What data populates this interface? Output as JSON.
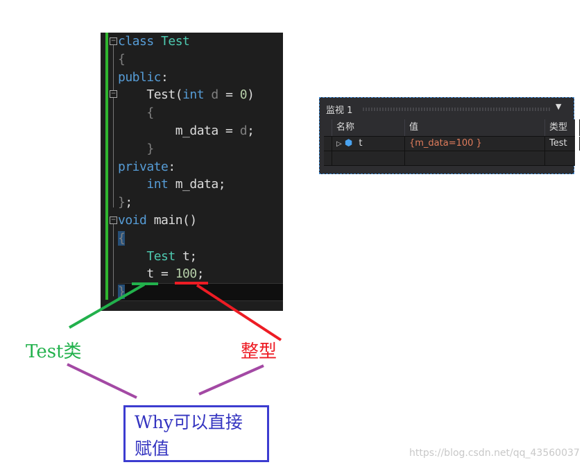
{
  "code": {
    "lines": [
      [
        [
          "kw",
          "class"
        ],
        [
          "",
          ""
        ],
        [
          "ty",
          " Test"
        ]
      ],
      [
        [
          "par",
          "{"
        ]
      ],
      [
        [
          "kw",
          "public"
        ],
        [
          "",
          ":"
        ]
      ],
      [
        [
          "",
          "    "
        ],
        [
          "",
          "Test"
        ],
        [
          "",
          "("
        ],
        [
          "kw",
          "int"
        ],
        [
          "par",
          " d"
        ],
        [
          "",
          " = "
        ],
        [
          "num",
          "0"
        ],
        [
          "",
          ")"
        ]
      ],
      [
        [
          "",
          "    "
        ],
        [
          "par",
          "{"
        ]
      ],
      [
        [
          "",
          "        m_data = "
        ],
        [
          "par",
          "d"
        ],
        [
          "",
          ";"
        ]
      ],
      [
        [
          "",
          "    "
        ],
        [
          "par",
          "}"
        ]
      ],
      [
        [
          "kw",
          "private"
        ],
        [
          "",
          ":"
        ]
      ],
      [
        [
          "",
          "    "
        ],
        [
          "kw",
          "int"
        ],
        [
          "",
          " m_data;"
        ]
      ],
      [
        [
          "par",
          "}"
        ],
        [
          "",
          ";"
        ]
      ],
      [
        [
          "kw",
          "void"
        ],
        [
          "",
          " main()"
        ]
      ],
      [
        [
          "hl",
          "{"
        ]
      ],
      [
        [
          "",
          "    "
        ],
        [
          "ty",
          "Test"
        ],
        [
          "",
          " t;"
        ]
      ],
      [
        [
          "",
          "    t = "
        ],
        [
          "num",
          "100"
        ],
        [
          "",
          ";"
        ]
      ],
      [
        [
          "hl",
          "}"
        ]
      ]
    ]
  },
  "watch": {
    "title": "监视 1",
    "headers": [
      "名称",
      "值",
      "类型"
    ],
    "rows": [
      {
        "name": "t",
        "value": "{m_data=100 }",
        "type": "Test"
      }
    ],
    "value_color": "#e07c5c"
  },
  "annotations": {
    "left_label": "Test类",
    "right_label": "整型",
    "box_line1": "Why可以直接",
    "box_line2": "赋值"
  },
  "watermark": "https://blog.csdn.net/qq_43560037"
}
